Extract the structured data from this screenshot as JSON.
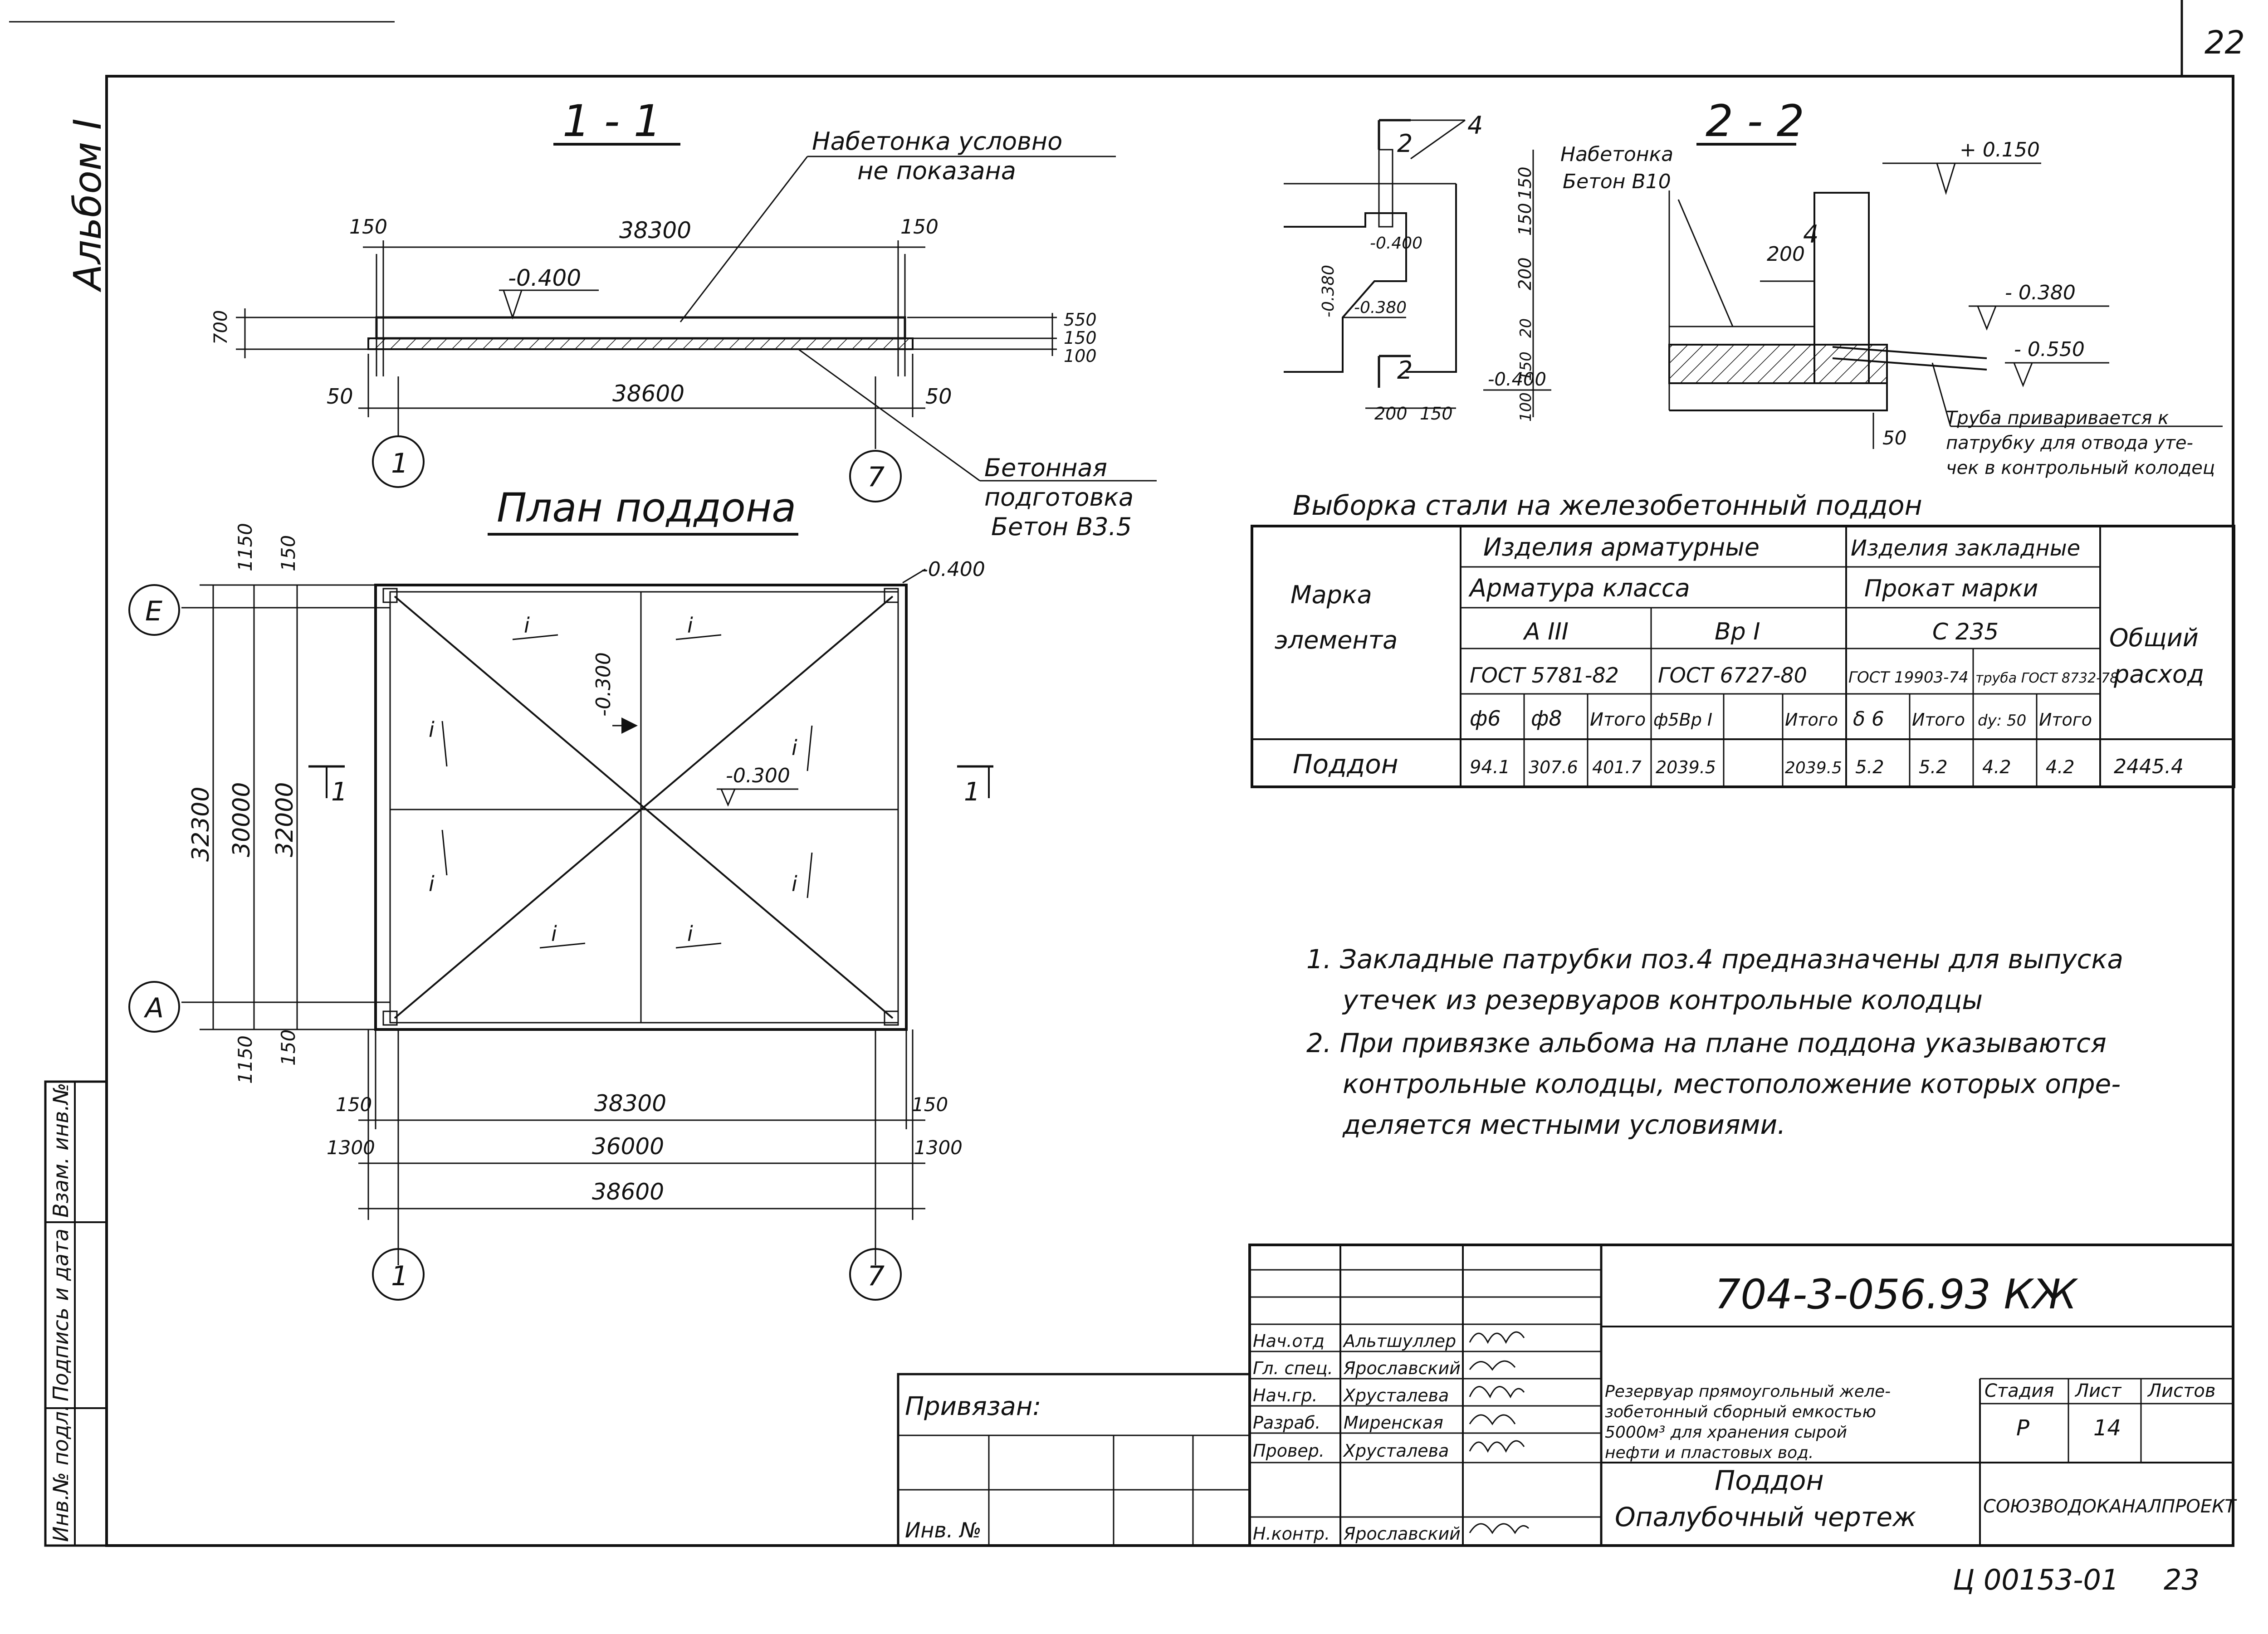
{
  "page": {
    "sheet_number_top": "22",
    "sheet_number_bottom": "23",
    "archive_code": "Ц 00153-01",
    "album_label": "Альбом I"
  },
  "section_1_1": {
    "title": "1 - 1",
    "note_line1": "Набетонка условно",
    "note_line2": "не показана",
    "dim_150_left": "150",
    "dim_38300": "38300",
    "dim_150_right": "150",
    "level": "-0.400",
    "dim_700": "700",
    "dim_550": "550",
    "dim_150_stack": "150",
    "dim_100": "100",
    "dim_50_left": "50",
    "dim_38600": "38600",
    "dim_50_right": "50",
    "axis_1": "1",
    "axis_7": "7",
    "prep_line1": "Бетонная",
    "prep_line2": "подготовка",
    "prep_line3": "Бетон В3.5"
  },
  "plan": {
    "title": "План поддона",
    "level_corner": "-0.400",
    "level_mid_top": "-0.300",
    "level_center": "-0.300",
    "slope_label": "i",
    "axis_E": "Е",
    "axis_A": "А",
    "axis_1": "1",
    "axis_7": "7",
    "cut_label": "1",
    "dim_1150_top": "1150",
    "dim_150_top": "150",
    "dim_32300": "32300",
    "dim_30000": "30000",
    "dim_32000": "32000",
    "dim_1150_bottom": "1150",
    "dim_150_bottom": "150",
    "dim_150_bl": "150",
    "dim_38300": "38300",
    "dim_150_br": "150",
    "dim_1300_l": "1300",
    "dim_36000": "36000",
    "dim_1300_r": "1300",
    "dim_38600": "38600"
  },
  "section_2_2": {
    "title": "2 - 2",
    "pos_4a": "4",
    "pos_4b": "4",
    "cut_2_top": "2",
    "cut_2_bottom": "2",
    "nab_line1": "Набетонка",
    "nab_line2": "Бетон В10",
    "dim_150a": "150",
    "dim_150b": "150",
    "dim_200v": "200",
    "dim_20": "20",
    "dim_150c": "150",
    "dim_100": "100",
    "lvl_0400_small": "-0.400",
    "lvl_0380_a": "-0.380",
    "lvl_0380_b": "-0.380",
    "lvl_0400_left": "-0.400",
    "dim_200_bottom": "200",
    "dim_150_bottom": "150",
    "lvl_plus": "+ 0.150",
    "dim_200_mid": "200",
    "lvl_0380_right": "- 0.380",
    "lvl_0550": "- 0.550",
    "dim_50": "50",
    "pipe_note1": "Труба приваривается к",
    "pipe_note2": "патрубку для отвода уте-",
    "pipe_note3": "чек в контрольный колодец"
  },
  "steel_table": {
    "title": "Выборка стали на железобетонный поддон",
    "head_mark1": "Марка",
    "head_mark2": "элемента",
    "head_rebar_items": "Изделия арматурные",
    "head_rebar_class": "Арматура класса",
    "head_A3": "А III",
    "head_Vr1": "Вр I",
    "head_gost5781": "ГОСТ 5781-82",
    "head_gost6727": "ГОСТ 6727-80",
    "head_embedded": "Изделия закладные",
    "head_rolled": "Прокат марки",
    "head_C235": "С 235",
    "head_gost19903": "ГОСТ 19903-74",
    "head_pipe": "труба ГОСТ 8732-78",
    "head_total1": "Общий",
    "head_total2": "расход",
    "c_f6": "ф6",
    "c_f8": "ф8",
    "c_itogo1": "Итого",
    "c_f5Vr": "ф5Вр I",
    "c_empty": "",
    "c_itogo2": "Итого",
    "c_d6": "δ 6",
    "c_itogo3": "Итого",
    "c_dy": "dy: 50",
    "c_itogo4": "Итого",
    "row_name": "Поддон",
    "v_f6": "94.1",
    "v_f8": "307.6",
    "v_itogo1": "401.7",
    "v_f5": "2039.5",
    "v_itogo2": "2039.5",
    "v_d6": "5.2",
    "v_itogo3": "5.2",
    "v_dy": "4.2",
    "v_itogo4": "4.2",
    "v_total": "2445.4"
  },
  "notes": {
    "n1_line1": "1. Закладные патрубки поз.4 предназначены для выпуска",
    "n1_line2": "утечек из резервуаров контрольные колодцы",
    "n2_line1": "2. При привязке альбома на плане поддона указываются",
    "n2_line2": "контрольные колодцы, местоположение которых опре-",
    "n2_line3": "деляется местными условиями."
  },
  "side_stamp": {
    "inv_podl": "Инв.№ подл.",
    "podpis": "Подпись и дата",
    "vzam": "Взам. инв.№"
  },
  "title_block": {
    "doc_code": "704-3-056.93 КЖ",
    "privyazan": "Привязан:",
    "inv_no": "Инв. №",
    "r1_role": "Нач.отд",
    "r1_name": "Альтшуллер",
    "r2_role": "Гл. спец.",
    "r2_name": "Ярославский",
    "r3_role": "Нач.гр.",
    "r3_name": "Хрусталева",
    "r4_role": "Разраб.",
    "r4_name": "Миренская",
    "r5_role": "Провер.",
    "r5_name": "Хрусталева",
    "r6_role": "Н.контр.",
    "r6_name": "Ярославский",
    "desc1": "Резервуар прямоугольный желе-",
    "desc2": "зобетонный сборный емкостью",
    "desc3": "5000м³ для хранения сырой",
    "desc4": "нефти и пластовых вод.",
    "stage_h": "Стадия",
    "sheet_h": "Лист",
    "sheets_h": "Листов",
    "stage_v": "Р",
    "sheet_v": "14",
    "sheets_v": "",
    "sheet_title1": "Поддон",
    "sheet_title2": "Опалубочный чертеж",
    "org": "СОЮЗВОДОКАНАЛПРОЕКТ"
  }
}
